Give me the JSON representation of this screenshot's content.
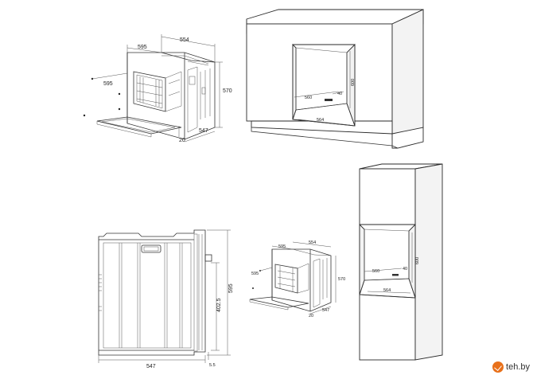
{
  "oven_top": {
    "width": "554",
    "depth": "595",
    "height": "595",
    "body_height": "570",
    "body_depth": "547",
    "panel": "20"
  },
  "niche_top": {
    "width": "560",
    "depth": "40",
    "height": "600",
    "inner": "564"
  },
  "side_view": {
    "depth": "547",
    "height": "595",
    "inner_height": "402.5",
    "offset": "5.5"
  },
  "oven_small": {
    "width": "554",
    "depth": "595",
    "height": "595",
    "body_height": "570",
    "body_depth": "547",
    "panel": "20"
  },
  "niche_tall": {
    "width": "560",
    "depth": "40",
    "height": "600",
    "inner": "564"
  },
  "watermark": {
    "text": "teh.by",
    "icon": "checkmark-logo-icon"
  }
}
